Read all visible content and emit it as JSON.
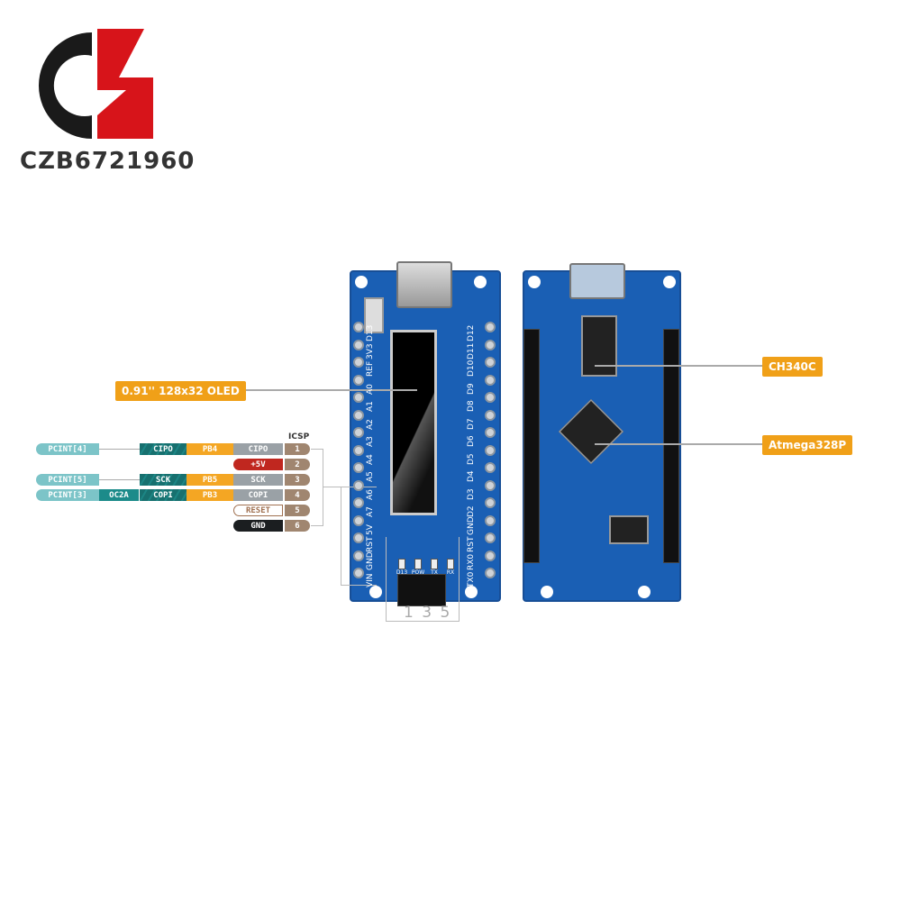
{
  "logo": {
    "text": "CZB6721960",
    "colors": {
      "dark": "#1a1a1a",
      "red": "#d7141a"
    }
  },
  "labels": {
    "oled": "0.91'' 128x32 OLED",
    "ch340": "CH340C",
    "atmega": "Atmega328P",
    "header_numbers": "1 3 5",
    "icsp": "ICSP"
  },
  "left_pins": [
    "D13",
    "3V3",
    "REF",
    "A0",
    "A1",
    "A2",
    "A3",
    "A4",
    "A5",
    "A6",
    "A7",
    "5V",
    "RST",
    "GND",
    "VIN"
  ],
  "right_pins": [
    "D12",
    "D11",
    "D10",
    "D9",
    "D8",
    "D7",
    "D6",
    "D5",
    "D4",
    "D3",
    "D2",
    "GND",
    "RST",
    "RX0",
    "TX0"
  ],
  "leds": [
    "D13",
    "POW",
    "TX",
    "RX"
  ],
  "icsp_rows": [
    {
      "pcint": "PCINT[4]",
      "alt": "",
      "func": "CIPO",
      "port": "PB4",
      "name": "CIPO",
      "num": "1"
    },
    {
      "pcint": "",
      "alt": "",
      "func": "",
      "port": "",
      "name": "+5V",
      "num": "2"
    },
    {
      "pcint": "PCINT[5]",
      "alt": "",
      "func": "SCK",
      "port": "PB5",
      "name": "SCK",
      "num": "3"
    },
    {
      "pcint": "PCINT[3]",
      "alt": "OC2A",
      "func": "COPI",
      "port": "PB3",
      "name": "COPI",
      "num": "4"
    },
    {
      "pcint": "",
      "alt": "",
      "func": "",
      "port": "",
      "name": "RESET",
      "num": "5"
    },
    {
      "pcint": "",
      "alt": "",
      "func": "",
      "port": "",
      "name": "GND",
      "num": "6"
    }
  ]
}
